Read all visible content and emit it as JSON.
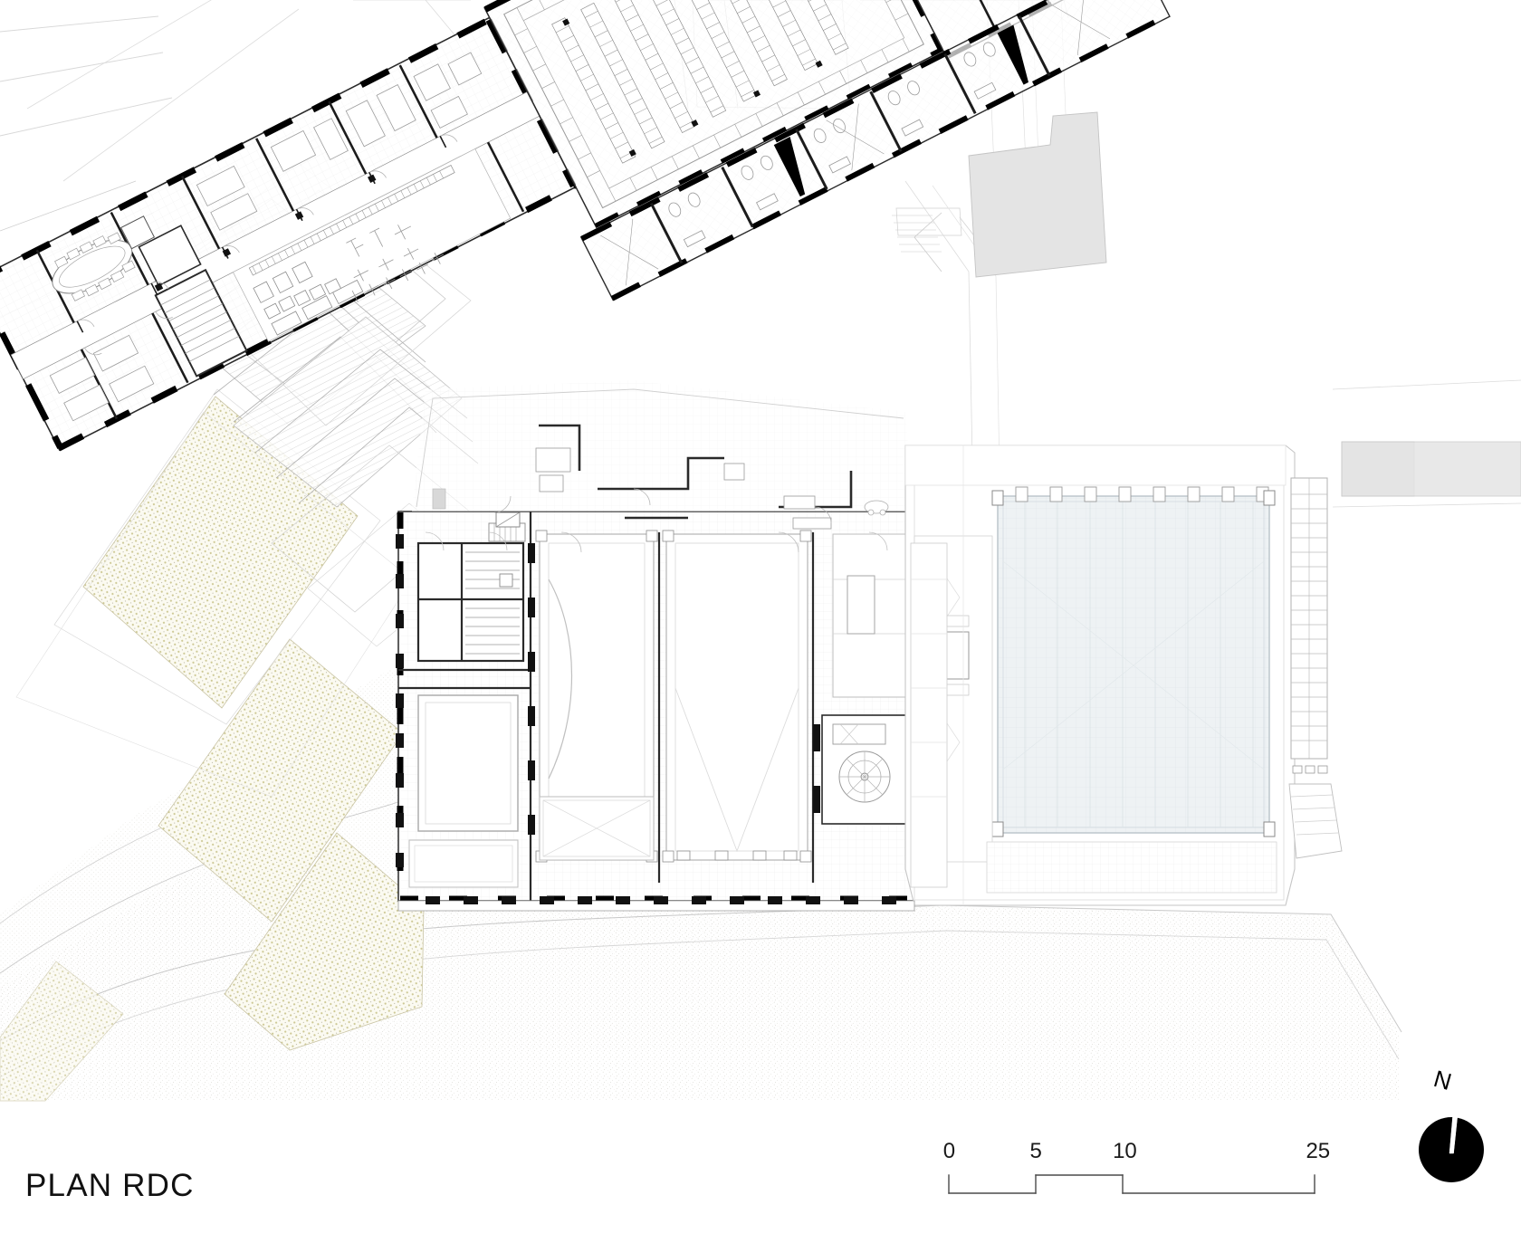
{
  "drawing": {
    "title": "PLAN RDC",
    "type": "architectural-floor-plan",
    "sheet_background": "#ffffff",
    "line_color": "#1a1a1a",
    "wall_poche_color": "#000000",
    "neighbour_building_fill": "#e4e4e4",
    "hall_floor_fill": "#eef2f4",
    "planting_bed_fill": "#e9e6c8",
    "gravel_stipple_color": "#b9b5a6"
  },
  "scale_bar": {
    "name": "graphic-scale",
    "unit_implied": "metres",
    "labels": [
      "0",
      "5",
      "10",
      "25"
    ],
    "label_positions_pct": [
      0,
      24.8,
      48.2,
      100
    ],
    "segments": [
      {
        "from": "0",
        "to": "5",
        "raised": false
      },
      {
        "from": "5",
        "to": "10",
        "raised": true
      },
      {
        "from": "10",
        "to": "25",
        "raised": false
      }
    ]
  },
  "north_arrow": {
    "name": "north-arrow",
    "label": "N",
    "style": "filled-black-disc-with-white-needle",
    "needle_rotation_deg": 16
  },
  "plan_elements": {
    "north_wing": {
      "label_semantic": "rotated-office-and-workshop-wing",
      "rotation_deg": -27,
      "rooms": [
        "meeting room with oval table",
        "offices",
        "workshop / atelier",
        "technical rooms",
        "circulation corridor"
      ]
    },
    "reading_room": {
      "label_semantic": "library-reading-room",
      "description": "rotated hall with parallel rows of reading desks and perimeter shelving"
    },
    "central_block": {
      "label_semantic": "orthogonal-main-block",
      "rooms": [
        "entrance hall",
        "two large halls",
        "patio / courtyard",
        "stair core",
        "services"
      ]
    },
    "sports_hall": {
      "label_semantic": "large-hall-gymnasium",
      "description": "large tinted rectangular hall at the right with column grid and roof-light bays"
    },
    "neighbour_buildings": [
      "top-right existing building footprint",
      "far-right edge footprint"
    ],
    "landscape": {
      "planting_beds": 4,
      "paths": "curved stipple-hatched paths along the south-west",
      "terraces": "stepped terraces north-west of the main block"
    }
  }
}
